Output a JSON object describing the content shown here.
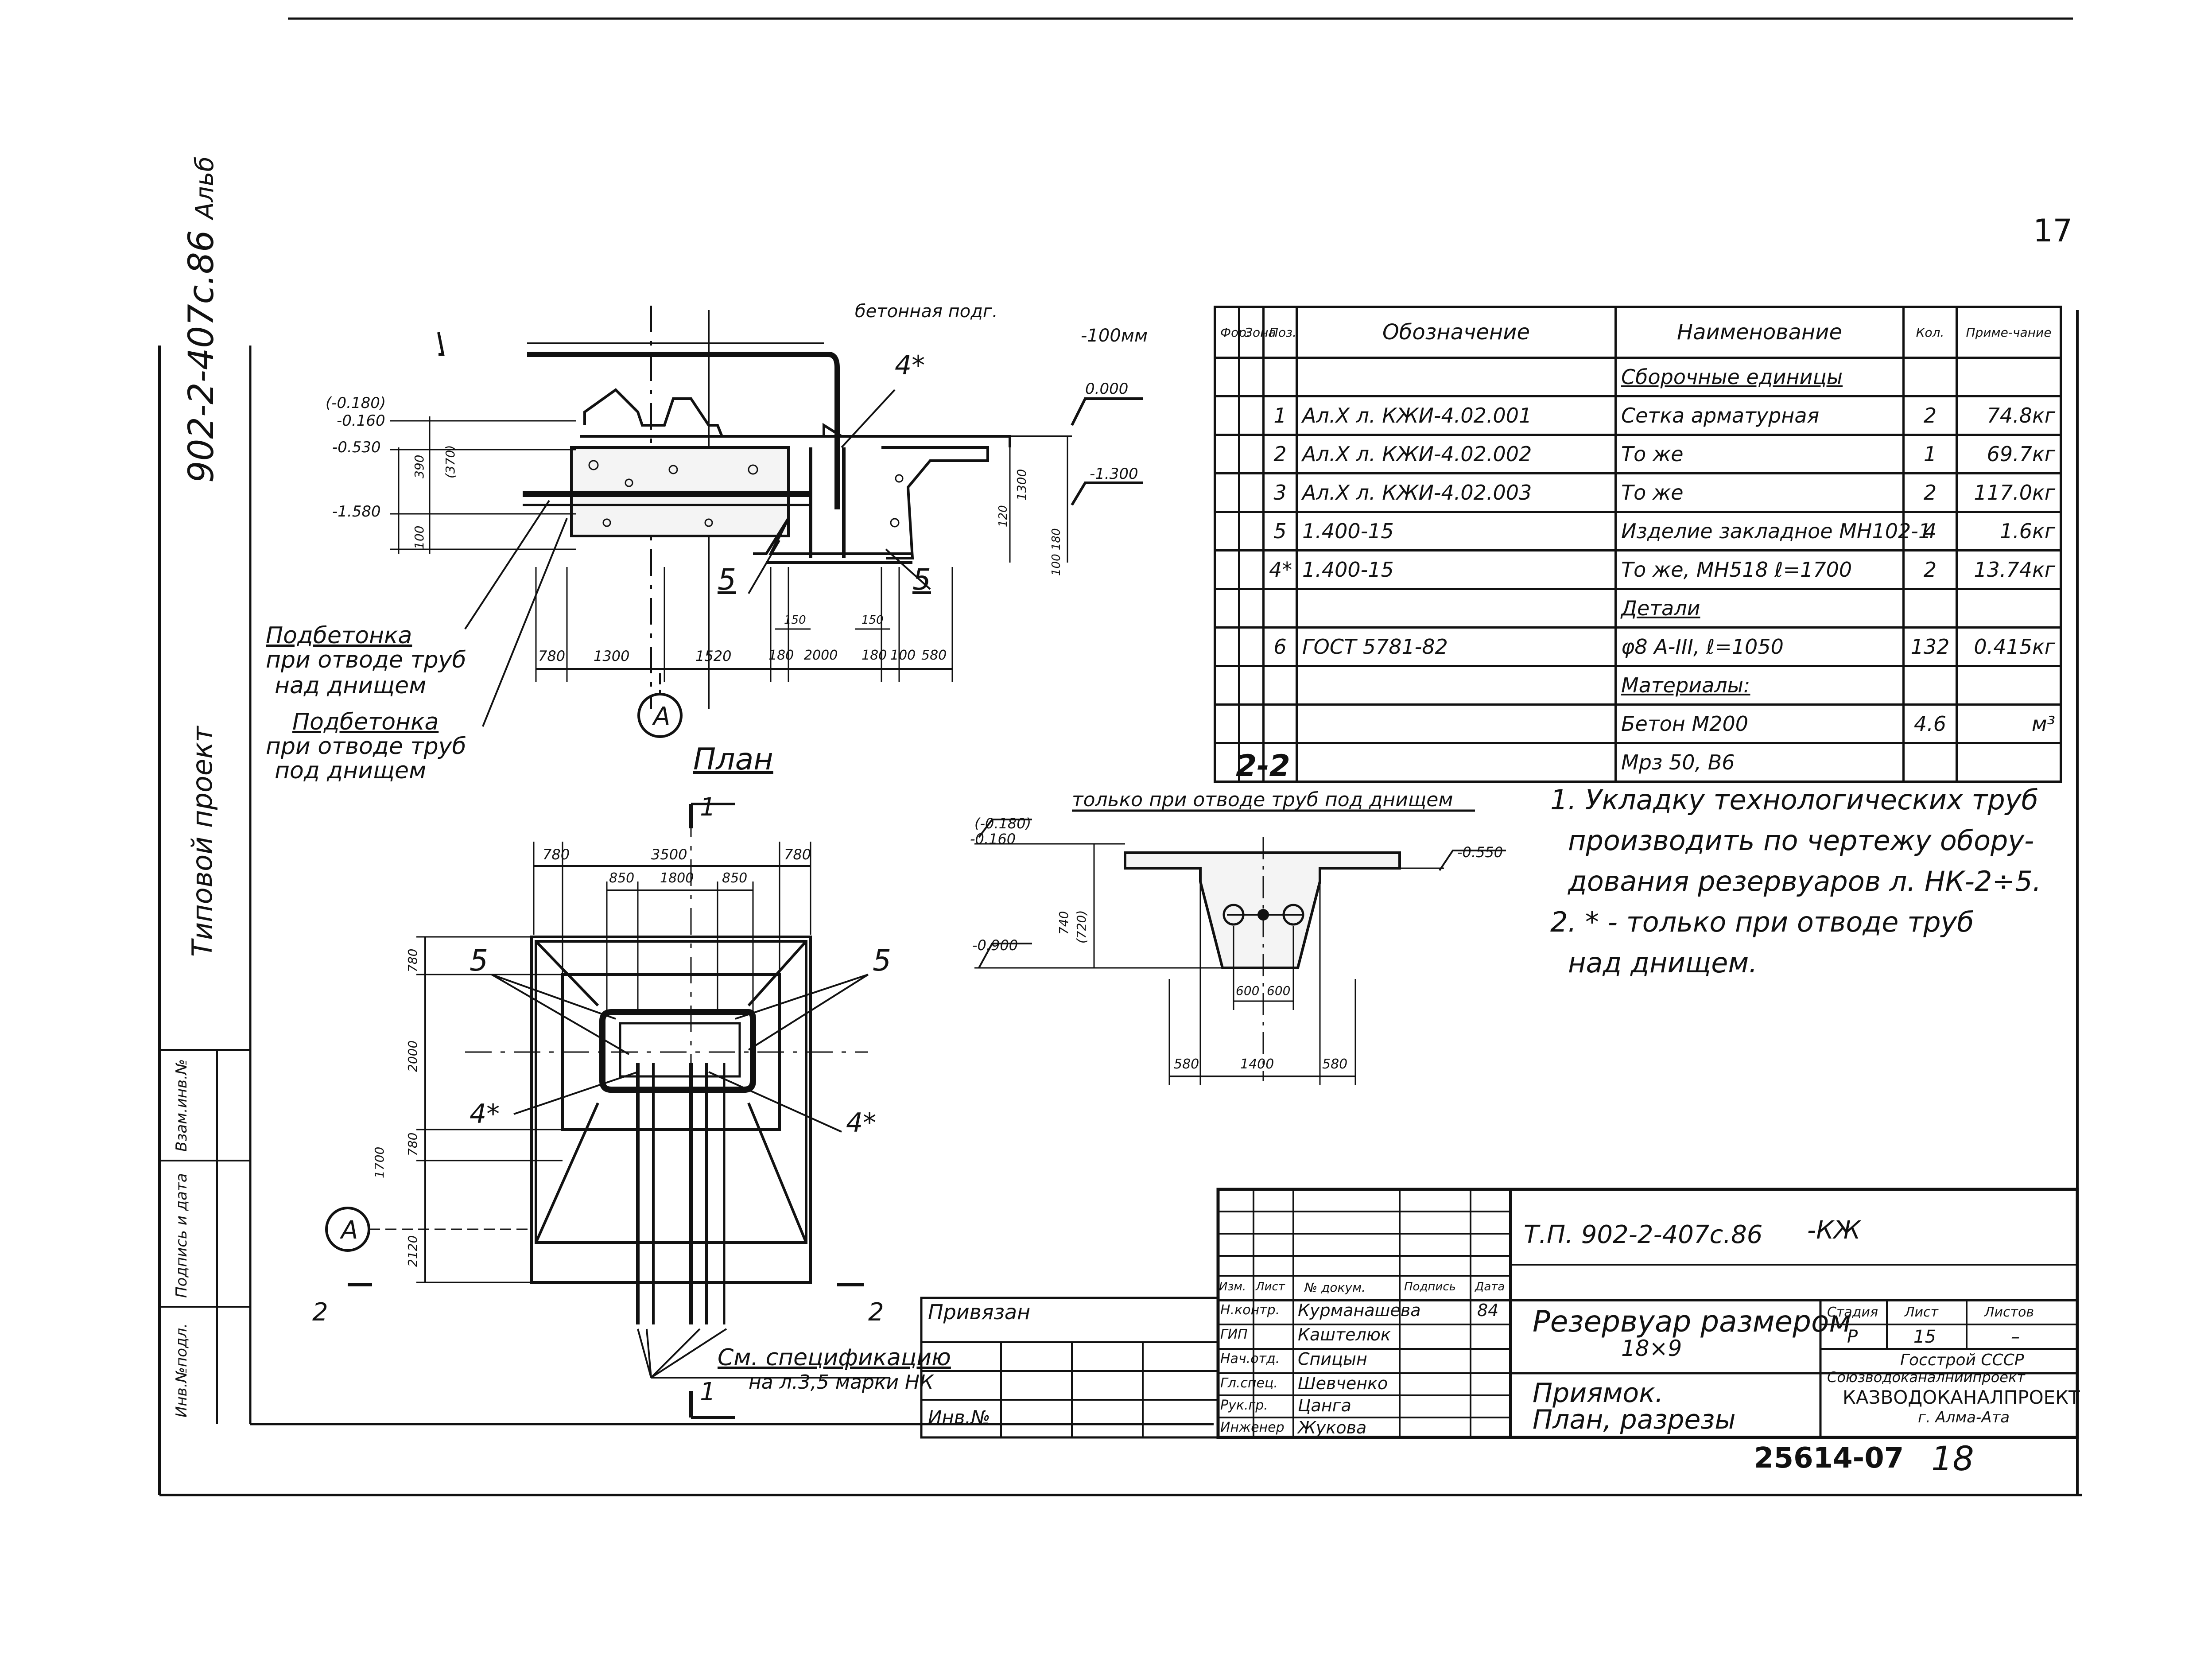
{
  "page_number": "17",
  "side_strip": {
    "code": "902-2-407с.86",
    "sheet_label": "Альб",
    "typical_project": "Типовой проект",
    "stamp_cols": [
      "Инв.№подл.",
      "Подпись и дата",
      "Взам.инв.№"
    ]
  },
  "section": {
    "top_note_1": "бетонная подг.",
    "top_note_2": "-100мм",
    "level_0": "0.000",
    "level_m1300": "-1.300",
    "level_a": "(-0.180)",
    "level_b": "-0.160",
    "level_c": "-0.530",
    "level_d": "-1.580",
    "dim_v_1": "390",
    "dim_v_2": "(370)",
    "dim_v_3": "100",
    "dim_v_4": "1300",
    "dim_v_5": "120",
    "dim_v_6": "100 180",
    "dims_bottom": [
      "780",
      "1300",
      "1520",
      "180",
      "2000",
      "180",
      "100",
      "580"
    ],
    "dim_small_1": "150",
    "dim_small_2": "150",
    "marker_4": "4*",
    "marker_5a": "5",
    "marker_5b": "5",
    "axis_a": "А",
    "label_over_1": "Подбетонка",
    "label_over_2": "при отводе труб",
    "label_over_3": "над днищем",
    "label_under_1": "Подбетонка",
    "label_under_2": "при отводе труб",
    "label_under_3": "под днищем"
  },
  "plan": {
    "title": "План",
    "cut_1_top": "1",
    "cut_1_bottom": "1",
    "cut_2_left": "2",
    "cut_2_right": "2",
    "dims_top": [
      "780",
      "3500",
      "780"
    ],
    "dims_inner": [
      "850",
      "1800",
      "850"
    ],
    "dims_left": [
      "780",
      "2000",
      "780",
      "1700",
      "2120"
    ],
    "marker_5_left": "5",
    "marker_5_right": "5",
    "marker_4_left": "4*",
    "marker_4_right": "4*",
    "axis_a": "А",
    "note_1": "См. спецификацию",
    "note_2": "на л.3,5 марки НК"
  },
  "section22": {
    "title": "2-2",
    "subtitle": "только при отводе труб под днищем",
    "level_a": "(-0.180)",
    "level_b": "-0.160",
    "level_c": "-0.550",
    "level_d": "-0.900",
    "dim_v_1": "740",
    "dim_v_2": "(720)",
    "dims_inner": [
      "600",
      "600"
    ],
    "dims_bottom": [
      "580",
      "1400",
      "580"
    ]
  },
  "spec": {
    "headers": [
      "Фор.",
      "Зона",
      "Поз.",
      "Обозначение",
      "Наименование",
      "Кол.",
      "Приме-чание"
    ],
    "rows": [
      [
        "",
        "",
        "",
        "",
        "Сборочные единицы",
        "",
        ""
      ],
      [
        "",
        "",
        "1",
        "Ал.X л. КЖИ-4.02.001",
        "Сетка арматурная",
        "2",
        "74.8кг"
      ],
      [
        "",
        "",
        "2",
        "Ал.X л. КЖИ-4.02.002",
        "То же",
        "1",
        "69.7кг"
      ],
      [
        "",
        "",
        "3",
        "Ал.X л. КЖИ-4.02.003",
        "То же",
        "2",
        "117.0кг"
      ],
      [
        "",
        "",
        "5",
        "1.400-15",
        "Изделие закладное МН102-1",
        "4",
        "1.6кг"
      ],
      [
        "",
        "",
        "4*",
        "1.400-15",
        "То же, МН518 ℓ=1700",
        "2",
        "13.74кг"
      ],
      [
        "",
        "",
        "",
        "",
        "Детали",
        "",
        ""
      ],
      [
        "",
        "",
        "6",
        "ГОСТ 5781-82",
        "φ8 А-III, ℓ=1050",
        "132",
        "0.415кг"
      ],
      [
        "",
        "",
        "",
        "",
        "Материалы:",
        "",
        ""
      ],
      [
        "",
        "",
        "",
        "",
        "Бетон М200",
        "4.6",
        "м³"
      ],
      [
        "",
        "",
        "",
        "",
        "Мрз 50, В6",
        "",
        ""
      ]
    ]
  },
  "notes": [
    "1. Укладку технологических труб",
    "производить по чертежу обору-",
    "дования резервуаров л. НК-2÷5.",
    "2. * - только при отводе труб",
    "над днищем."
  ],
  "title_block": {
    "doc_code": "Т.П. 902-2-407с.86",
    "doc_suffix": "-КЖ",
    "tied": "Привязан",
    "inv": "Инв.№",
    "col_heads": [
      "Изм.",
      "Лист",
      "№ докум.",
      "Подпись",
      "Дата"
    ],
    "staff": [
      [
        "Н.контр.",
        "Курманашева",
        "84"
      ],
      [
        "ГИП",
        "Каштелюк",
        ""
      ],
      [
        "Нач.отд.",
        "Спицын",
        ""
      ],
      [
        "Гл.спец.",
        "Шевченко",
        ""
      ],
      [
        "Рук.гр.",
        "Цанга",
        ""
      ],
      [
        "Инженер",
        "Жукова",
        ""
      ]
    ],
    "object_1": "Резервуар размером",
    "object_2": "18×9",
    "sheet_title_1": "Приямок.",
    "sheet_title_2": "План, разрезы",
    "stage_head": "Стадия",
    "sheet_head": "Лист",
    "sheets_head": "Листов",
    "stage": "Р",
    "sheet": "15",
    "sheets": "–",
    "org_1": "Госстрой СССР",
    "org_2": "Союзводоканалниипроект",
    "org_3": "КАЗВОДОКАНАЛПРОЕКТ",
    "org_4": "г. Алма-Ата",
    "archive": "25614-07",
    "archive_sheet": "18"
  }
}
